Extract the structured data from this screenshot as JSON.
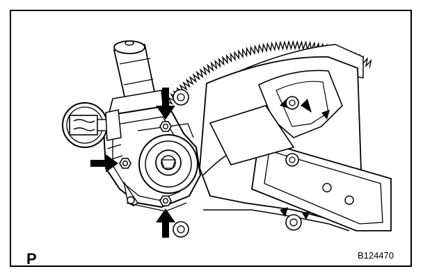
{
  "figure": {
    "corner_letter": "P",
    "figure_code": "B124470"
  },
  "callouts": {
    "count": 3,
    "arrow_style": "solid-black",
    "meaning": ""
  },
  "colors": {
    "ink": "#000000",
    "paper": "#ffffff"
  },
  "parts": [
    "window-regulator-sector-gear",
    "regulator-arms",
    "power-window-motor",
    "motor-connector",
    "mounting-bolts"
  ]
}
